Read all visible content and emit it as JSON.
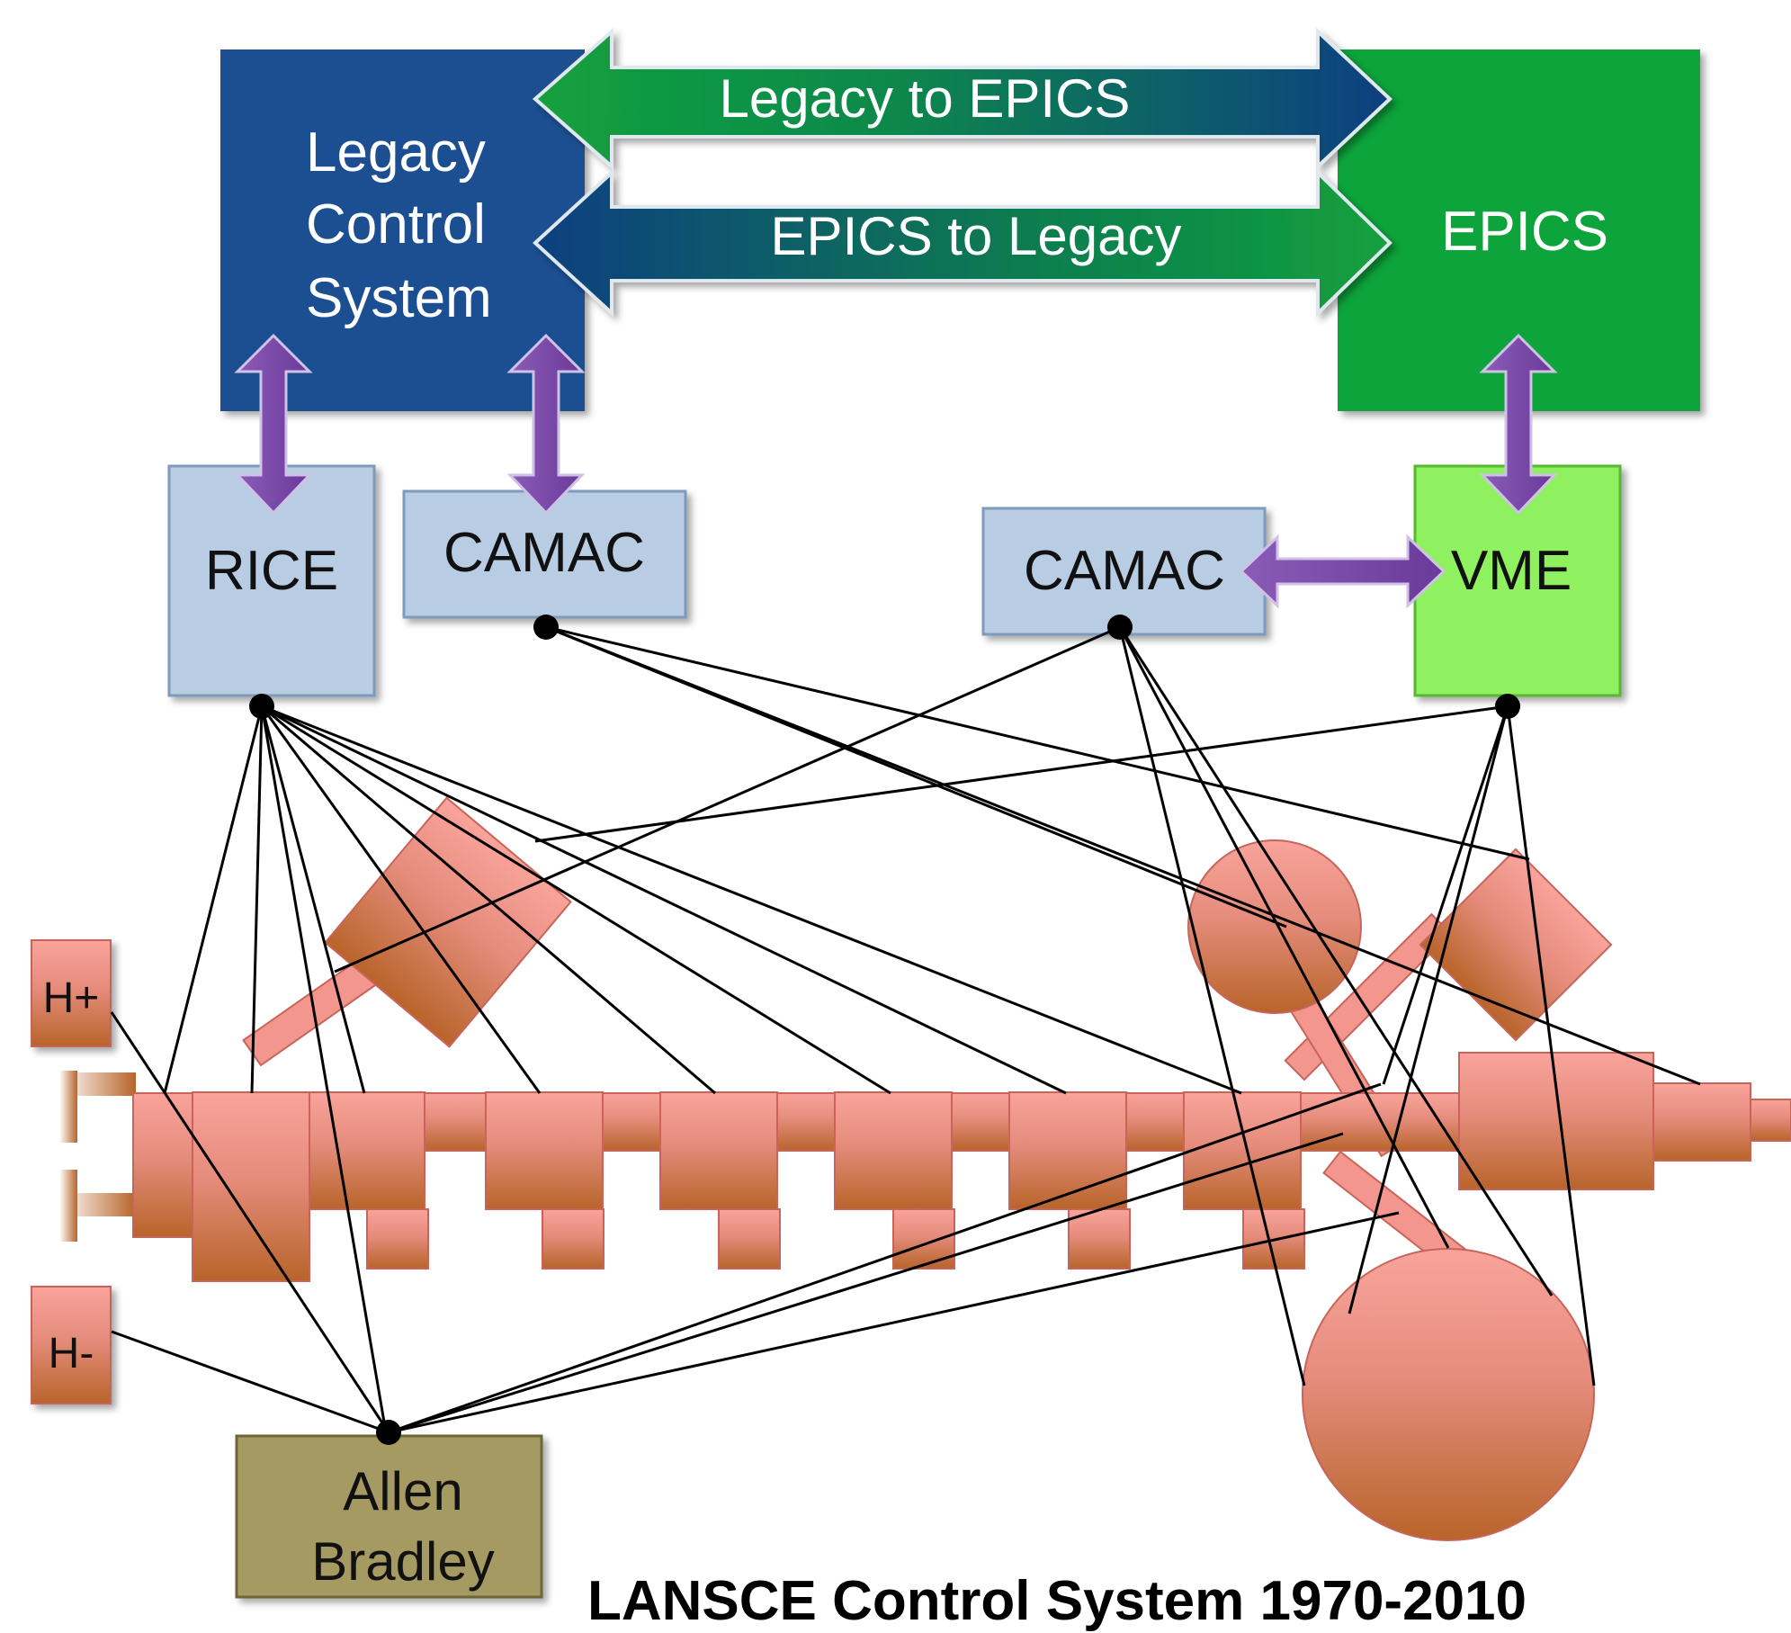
{
  "legacy_box": {
    "line1": "Legacy",
    "line2": "Control",
    "line3": "System"
  },
  "epics_box": {
    "label": "EPICS"
  },
  "arrows": {
    "legacy_to_epics": "Legacy to EPICS",
    "epics_to_legacy": "EPICS to Legacy"
  },
  "modules": {
    "rice": "RICE",
    "camac_left": "CAMAC",
    "camac_right": "CAMAC",
    "vme": "VME"
  },
  "sources": {
    "h_plus": "H+",
    "h_minus": "H-"
  },
  "allen_bradley": {
    "line1": "Allen",
    "line2": "Bradley"
  },
  "caption": "LANSCE Control System 1970-2010",
  "colors": {
    "legacy_blue": "#1b4f91",
    "epics_green": "#0ea43a",
    "module_blue": "#b8cde3",
    "vme_green": "#8ff060",
    "allen_bradley": "#a59a62",
    "accelerator_pink": "#f59c94",
    "accelerator_brown": "#b8642a",
    "connector_purple": "#7e4ea8"
  }
}
